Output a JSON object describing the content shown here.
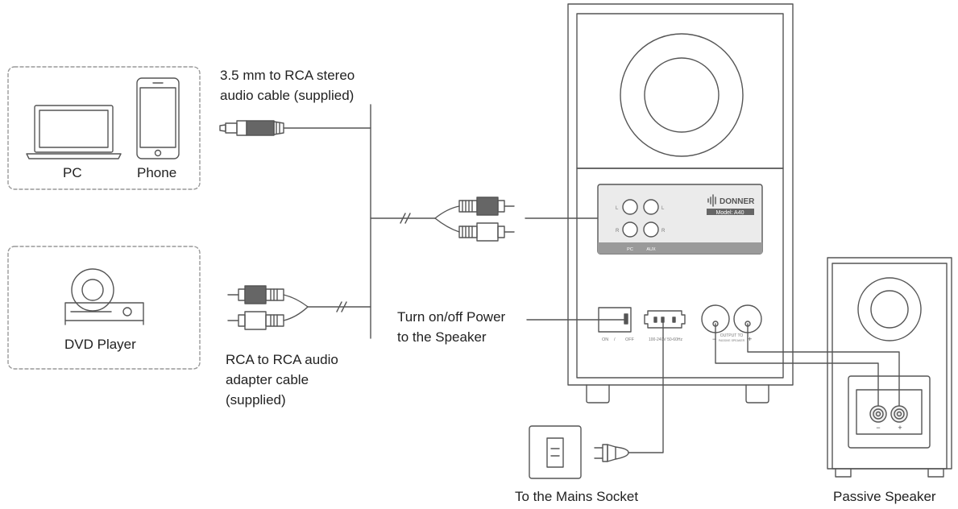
{
  "sources": {
    "pc": "PC",
    "phone": "Phone",
    "dvd": "DVD Player"
  },
  "cables": {
    "aux_line1": "3.5 mm to RCA stereo",
    "aux_line2": "audio cable (supplied)",
    "rca_line1": "RCA to RCA audio",
    "rca_line2": "adapter cable",
    "rca_line3": "(supplied)"
  },
  "power": {
    "line1": "Turn on/off Power",
    "line2": "to the Speaker",
    "socket": "To the Mains Socket"
  },
  "passive_speaker": "Passive Speaker",
  "panel": {
    "brand": "DONNER",
    "model": "Model: A40",
    "input_L": "L",
    "input_R": "R",
    "input_pc": "PC",
    "input_aux": "AUX",
    "switch_on": "ON",
    "switch_slash": "/",
    "switch_off": "OFF",
    "voltage": "100-240V 50-60Hz",
    "output_line1": "OUTPUT TO",
    "output_line2": "PASSIVE SPEAKER",
    "minus": "−",
    "plus": "+"
  },
  "colors": {
    "line": "#555555",
    "panel": "#ebebeb",
    "panel_band": "#9a9a9a",
    "dashed": "#999999"
  }
}
